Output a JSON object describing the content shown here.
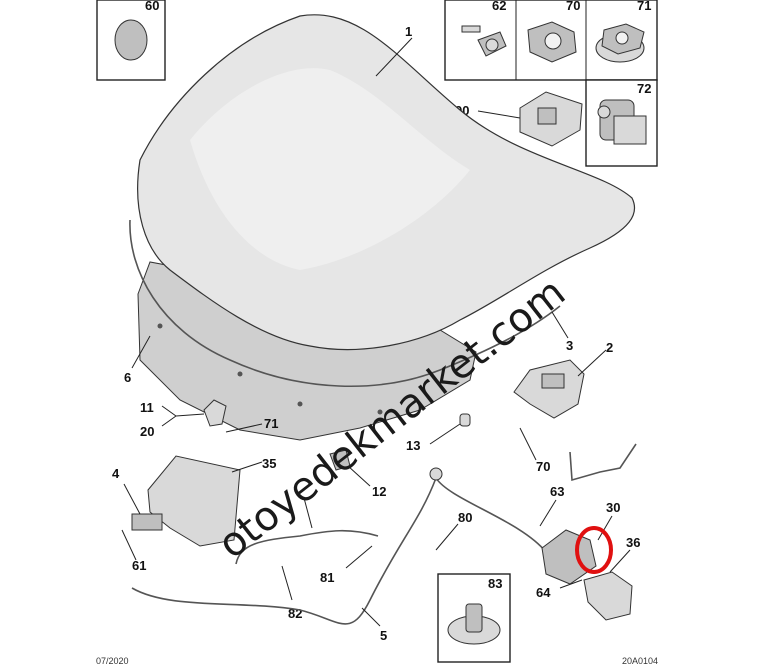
{
  "diagram": {
    "callouts": {
      "c1": "1",
      "c2": "2",
      "c3": "3",
      "c4": "4",
      "c5": "5",
      "c6": "6",
      "c11": "11",
      "c12": "12",
      "c13": "13",
      "c20": "20",
      "c30": "30",
      "c35": "35",
      "c36": "36",
      "c60": "60",
      "c61": "61",
      "c62": "62",
      "c63": "63",
      "c64": "64",
      "c70a": "70",
      "c70b": "70",
      "c71a": "71",
      "c71b": "71",
      "c72": "72",
      "c80": "80",
      "c81": "81",
      "c82": "82",
      "c83": "83",
      "c90": "90"
    },
    "watermark": "otoyedekmarket.com",
    "footer_left": "07/2020",
    "footer_right": "20A0104",
    "highlight_color": "#e01010"
  }
}
